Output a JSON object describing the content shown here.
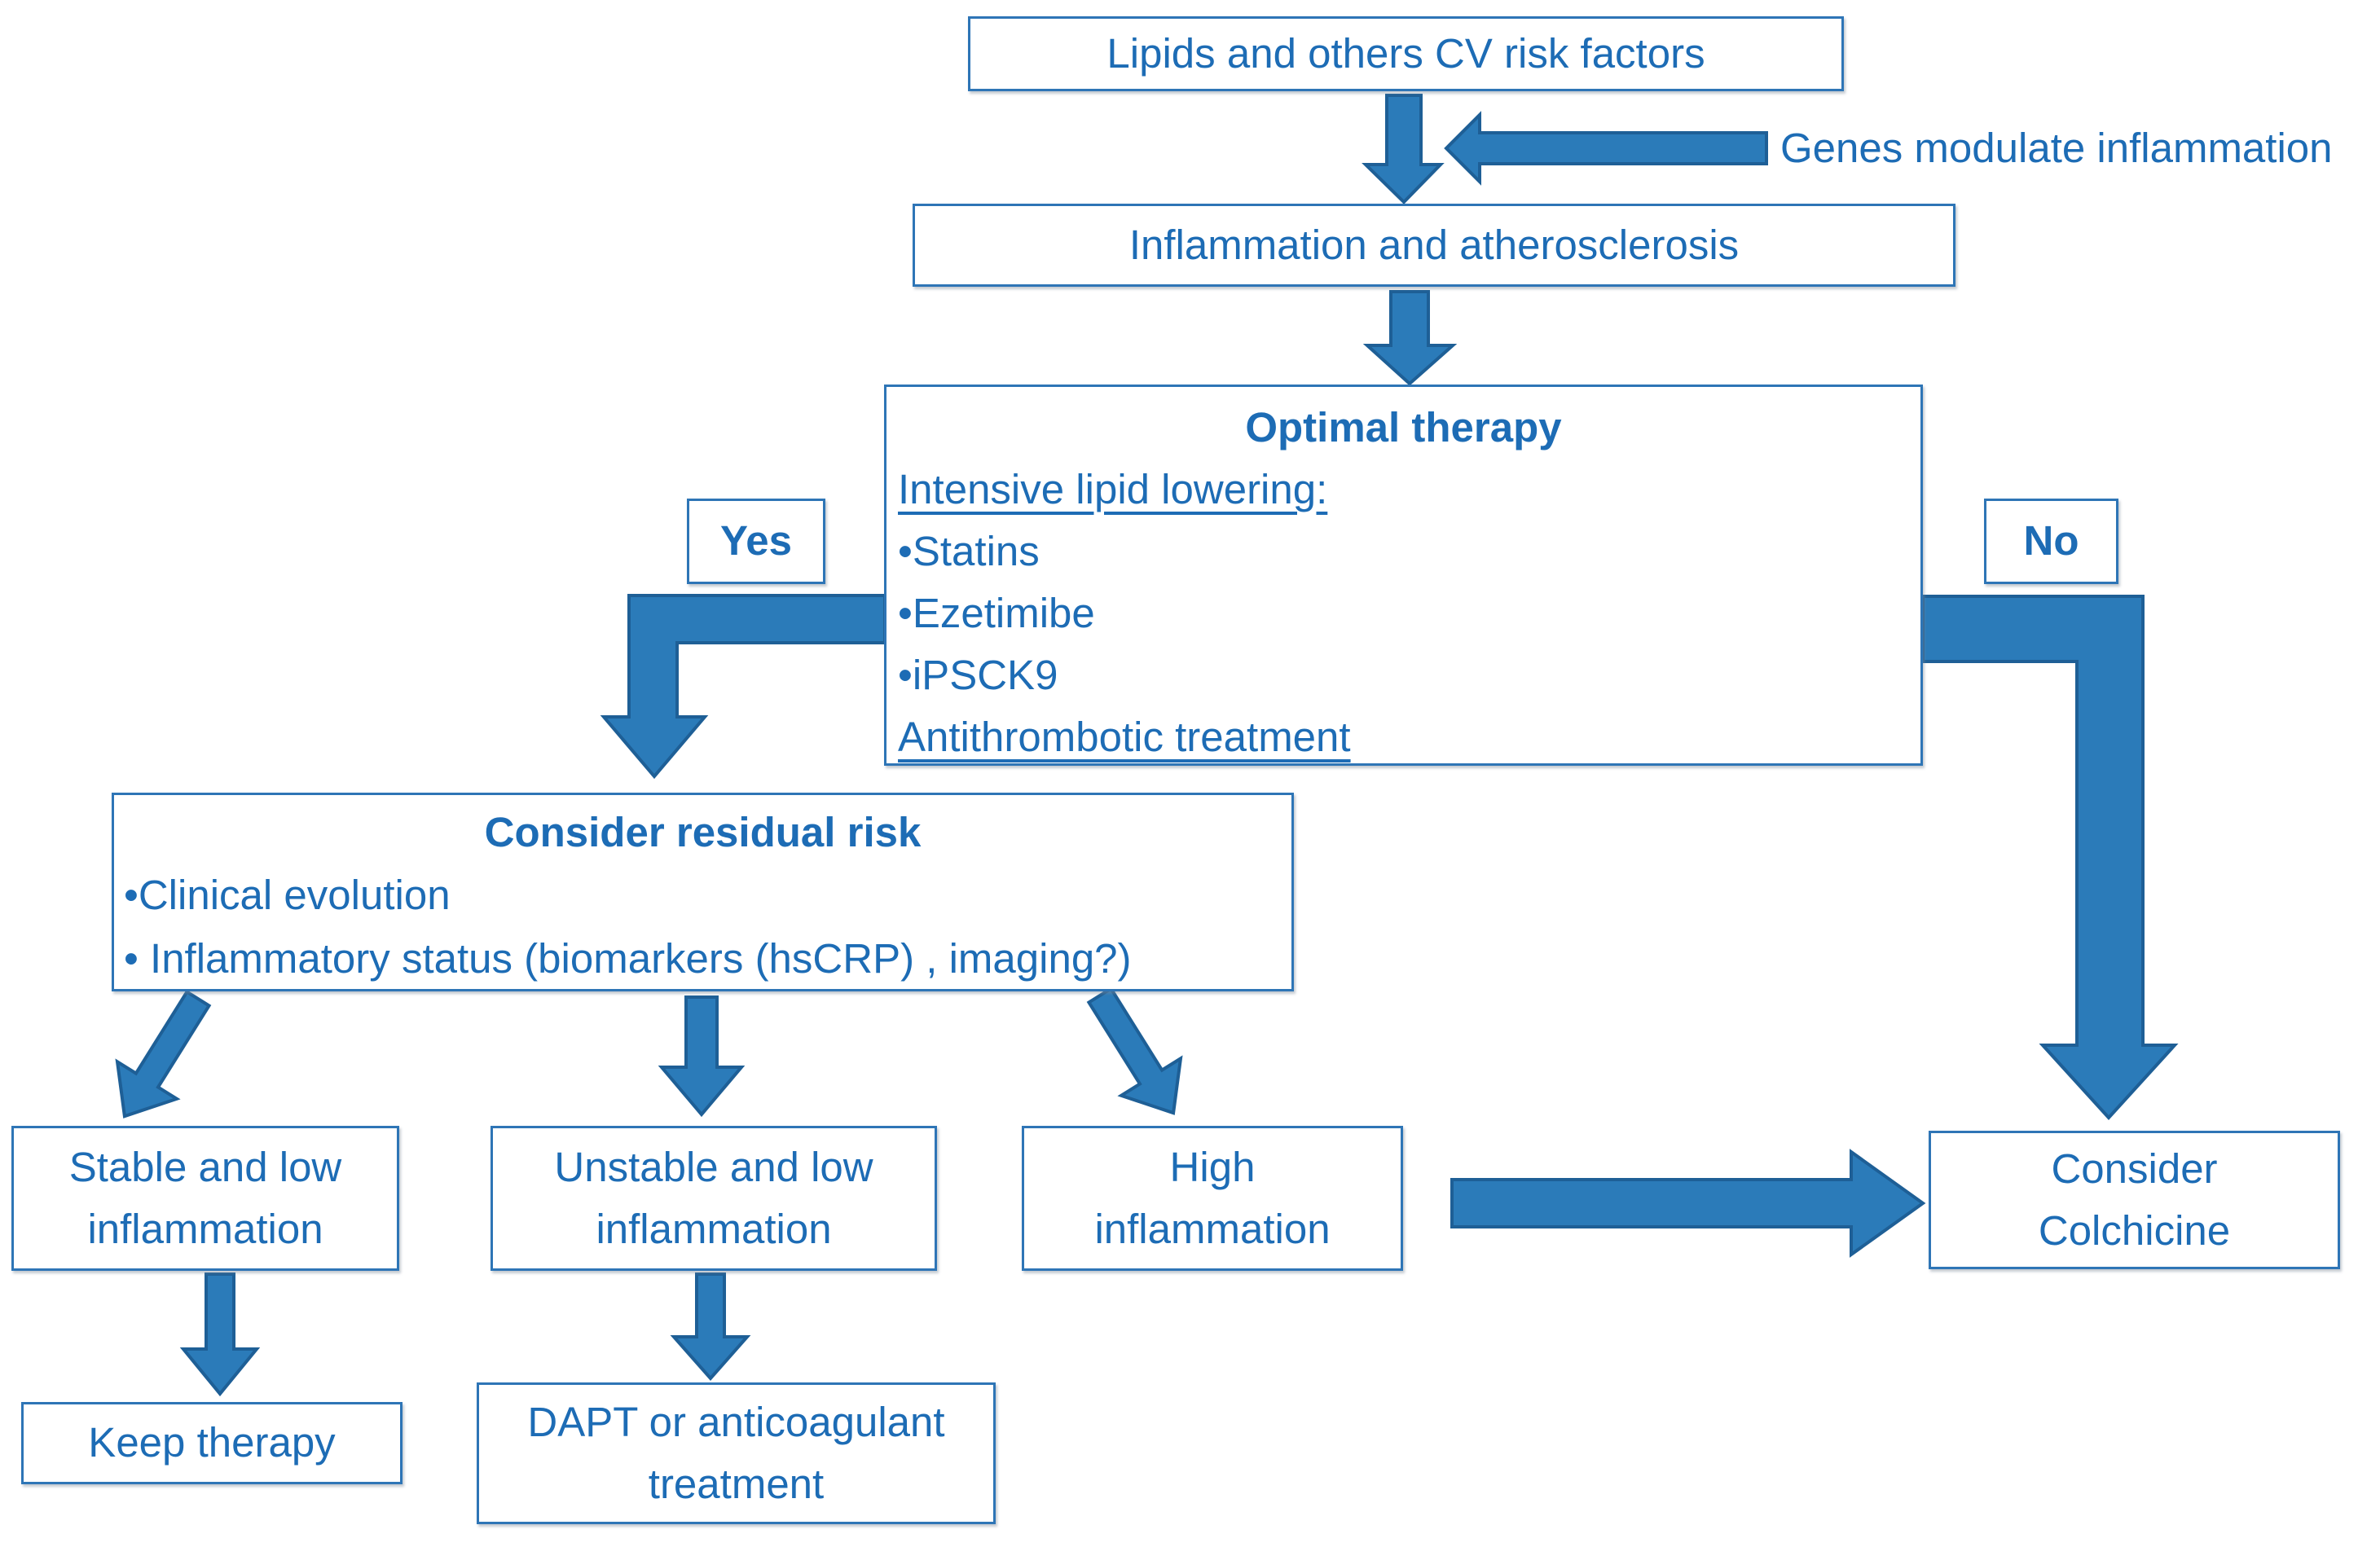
{
  "colors": {
    "box_border": "#2e75b6",
    "text": "#1d6cb5",
    "arrow_fill": "#2b7bb9",
    "arrow_stroke": "#1e5f96"
  },
  "nodes": {
    "lipids": {
      "label": "Lipids and others CV risk factors"
    },
    "genes_note": {
      "label": "Genes modulate inflammation"
    },
    "inflammation": {
      "label": "Inflammation and atherosclerosis"
    },
    "optimal": {
      "title": "Optimal therapy",
      "lines": [
        {
          "text": "Intensive lipid lowering:",
          "underline": true
        },
        {
          "text": "•Statins",
          "underline": false
        },
        {
          "text": "•Ezetimibe",
          "underline": false
        },
        {
          "text": "•iPSCK9",
          "underline": false
        },
        {
          "text": "Antithrombotic treatment",
          "underline": true
        }
      ]
    },
    "yes": {
      "label": "Yes"
    },
    "no": {
      "label": "No"
    },
    "residual": {
      "title": "Consider residual risk",
      "lines": [
        "•Clinical evolution",
        "• Inflammatory status (biomarkers (hsCRP) , imaging?)"
      ]
    },
    "stable": {
      "lines": [
        "Stable and low",
        "inflammation"
      ]
    },
    "unstable": {
      "lines": [
        "Unstable and low",
        "inflammation"
      ]
    },
    "high": {
      "lines": [
        "High",
        "inflammation"
      ]
    },
    "colchicine": {
      "lines": [
        "Consider",
        "Colchicine"
      ]
    },
    "keep": {
      "label": "Keep therapy"
    },
    "dapt": {
      "lines": [
        "DAPT or anticoagulant",
        "treatment"
      ]
    }
  },
  "edges": [
    {
      "from": "lipids",
      "to": "inflammation"
    },
    {
      "from": "genes_note",
      "to": "lipids-inflammation-arrow"
    },
    {
      "from": "inflammation",
      "to": "optimal"
    },
    {
      "from": "optimal",
      "to": "residual",
      "label": "Yes"
    },
    {
      "from": "optimal",
      "to": "colchicine",
      "label": "No"
    },
    {
      "from": "residual",
      "to": "stable"
    },
    {
      "from": "residual",
      "to": "unstable"
    },
    {
      "from": "residual",
      "to": "high"
    },
    {
      "from": "stable",
      "to": "keep"
    },
    {
      "from": "unstable",
      "to": "dapt"
    },
    {
      "from": "high",
      "to": "colchicine"
    }
  ]
}
